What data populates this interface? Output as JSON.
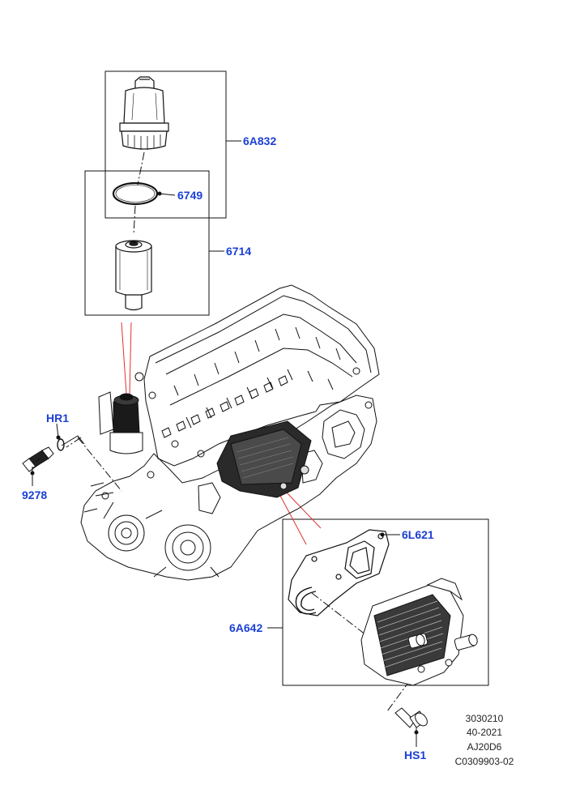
{
  "diagram": {
    "callouts": {
      "filter_housing": "6A832",
      "o_ring": "6749",
      "filter_element": "6714",
      "connector": "HR1",
      "sensor": "9278",
      "gasket": "6L621",
      "oil_cooler": "6A642",
      "bolt": "HS1"
    },
    "reference": {
      "line1": "3030210",
      "line2": "40-2021",
      "line3": "AJ20D6",
      "line4": "C0309903-02"
    },
    "colors": {
      "callout_text": "#1a3fd6",
      "leader_red": "#e03030",
      "line": "#111111"
    }
  }
}
